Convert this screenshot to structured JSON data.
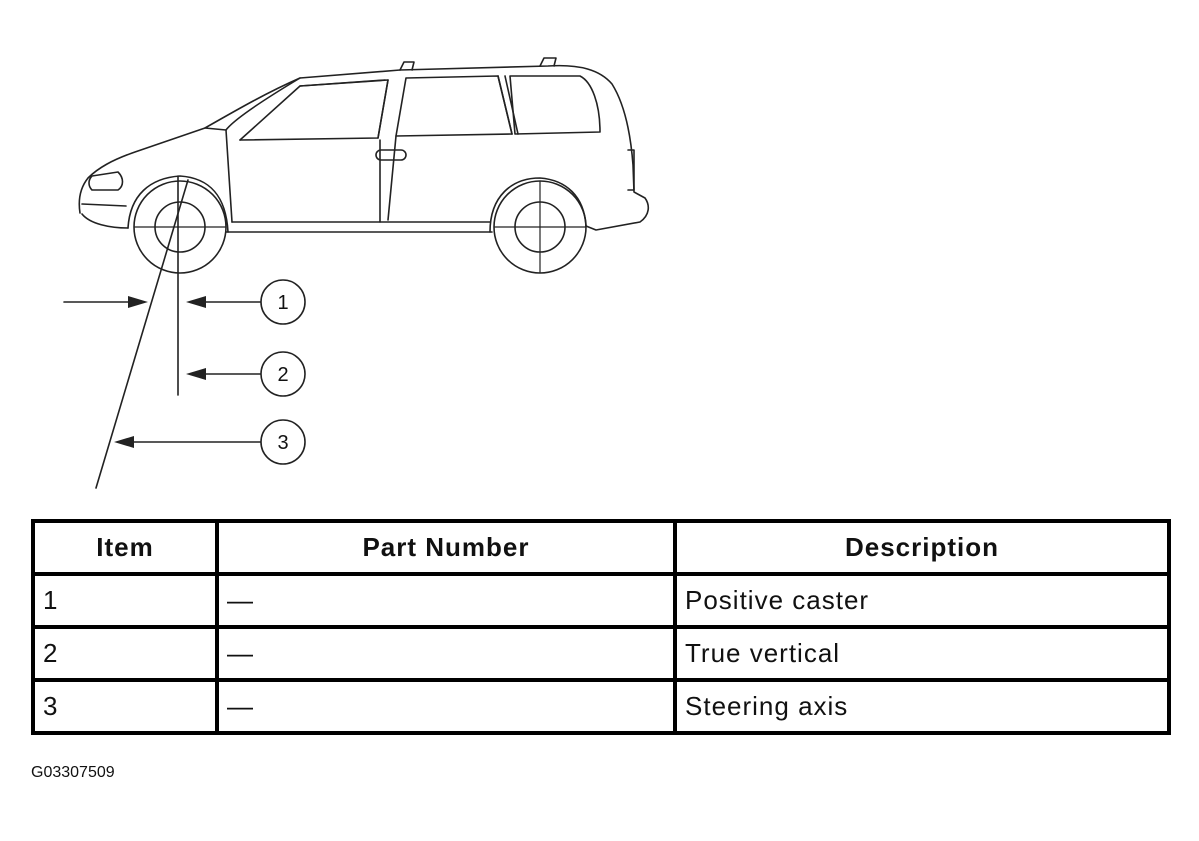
{
  "diagram": {
    "callouts": [
      "1",
      "2",
      "3"
    ]
  },
  "legend": {
    "headers": {
      "item": "Item",
      "part_number": "Part Number",
      "description": "Description"
    },
    "rows": [
      {
        "item": "1",
        "part_number": "—",
        "description": "Positive caster"
      },
      {
        "item": "2",
        "part_number": "—",
        "description": "True vertical"
      },
      {
        "item": "3",
        "part_number": "—",
        "description": "Steering axis"
      }
    ]
  },
  "figure_id": "G03307509"
}
